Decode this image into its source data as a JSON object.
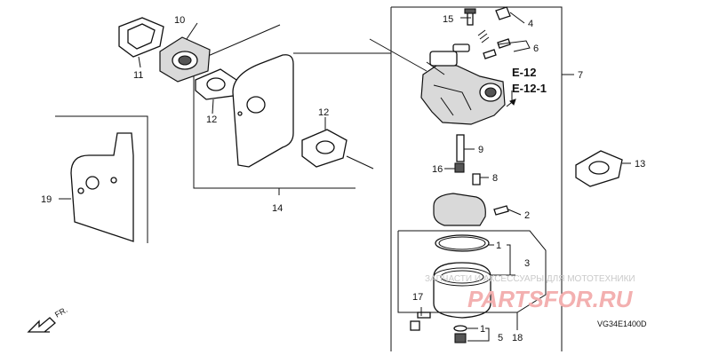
{
  "callouts": {
    "c1a": "1",
    "c1b": "1",
    "c2": "2",
    "c3": "3",
    "c4": "4",
    "c5": "5",
    "c6": "6",
    "c7": "7",
    "c8": "8",
    "c9": "9",
    "c10": "10",
    "c11": "11",
    "c12a": "12",
    "c12b": "12",
    "c13": "13",
    "c14": "14",
    "c15": "15",
    "c16": "16",
    "c17": "17",
    "c18": "18",
    "c19": "19"
  },
  "refs": {
    "e12": "E-12",
    "e121": "E-12-1"
  },
  "front_marker": "FR.",
  "diagram_code": "VG34E1400D",
  "watermark": {
    "caption": "ЗАПЧАСТИ И АКСЕССУАРЫ ДЛЯ МОТОТЕХНИКИ",
    "logo": "PARTSFOR.RU"
  }
}
